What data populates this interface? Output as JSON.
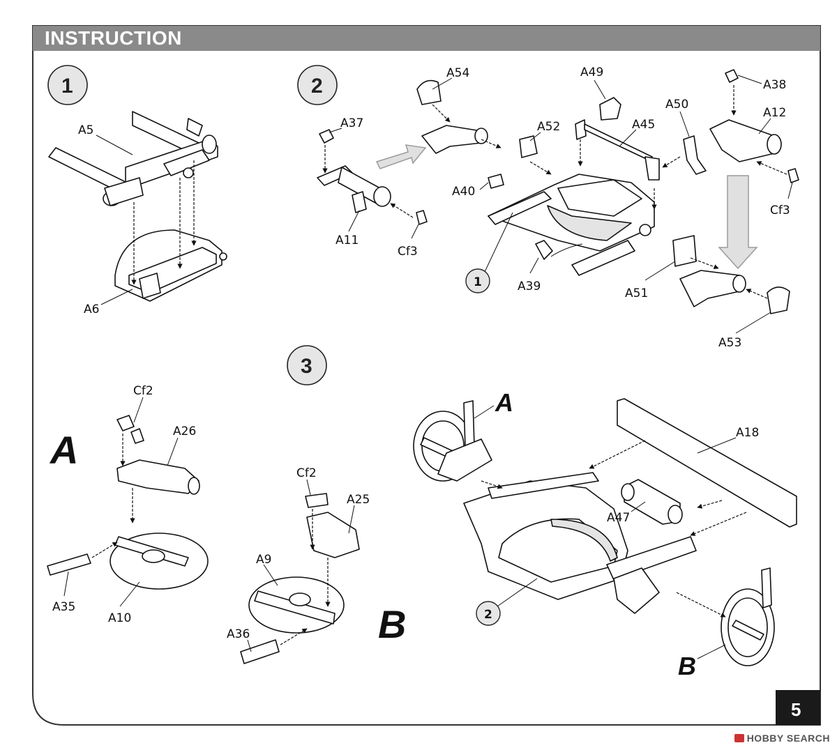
{
  "header": {
    "title": "INSTRUCTION"
  },
  "page_number": "5",
  "watermark": "HOBBY SEARCH",
  "steps": [
    {
      "number": "1",
      "labels": [
        "A5",
        "A6"
      ]
    },
    {
      "number": "2",
      "labels": [
        "A54",
        "A49",
        "A38",
        "A37",
        "A52",
        "A45",
        "A50",
        "A12",
        "A40",
        "Cf3",
        "A11",
        "Cf3",
        "A39",
        "A51",
        "A53",
        "1"
      ]
    },
    {
      "number": "3",
      "labels": [
        "Cf2",
        "A26",
        "A35",
        "A10",
        "Cf2",
        "A25",
        "A9",
        "A36",
        "A18",
        "A47",
        "2"
      ]
    }
  ],
  "subassemblies": {
    "a": "A",
    "b": "B",
    "a_ref": "A",
    "b_ref": "B"
  }
}
